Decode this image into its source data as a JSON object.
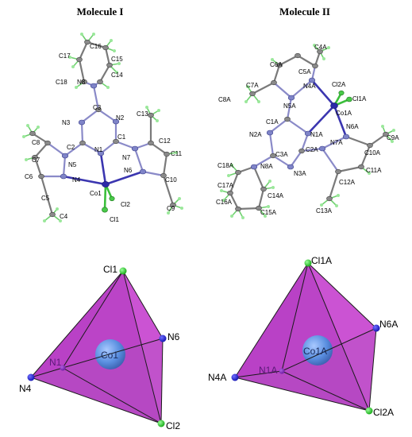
{
  "titles": {
    "left": "Molecule I",
    "right": "Molecule II"
  },
  "colors": {
    "carbon": "#8a8a8a",
    "nitrogen": "#7f84c8",
    "cobalt": "#2c2aa8",
    "chlorine": "#49c949",
    "hydrogen": "#9be89b",
    "polyhedron_face": "#c84ad0",
    "center_sphere": "#5a8fe0",
    "vertex_n": "#1a1acf",
    "vertex_cl": "#22cc22"
  },
  "mol1_labels": {
    "c16": "C16",
    "c17": "C17",
    "c15": "C15",
    "c14": "C14",
    "c18": "C18",
    "n8": "N8",
    "c3": "C3",
    "n3": "N3",
    "n2": "N2",
    "c13": "C13",
    "c8": "C8",
    "c2": "C2",
    "n1": "N1",
    "c1": "C1",
    "c12": "C12",
    "c7": "C7",
    "n5": "N5",
    "n7": "N7",
    "c11": "C11",
    "c6": "C6",
    "n4": "N4",
    "n6": "N6",
    "c5": "C5",
    "co1": "Co1",
    "c10": "C10",
    "cl2": "Cl2",
    "c4": "C4",
    "cl1": "Cl1",
    "c9": "C9"
  },
  "mol2_labels": {
    "c4a": "C4A",
    "c6a": "C6A",
    "c5a": "C5A",
    "c7a": "C7A",
    "n4a": "N4A",
    "cl2a": "Cl2A",
    "c8a": "C8A",
    "n5a": "N5A",
    "cl1a": "Cl1A",
    "co1a": "Co1A",
    "c1a": "C1A",
    "n6a": "N6A",
    "c9a": "C9A",
    "n2a": "N2A",
    "n1a": "N1A",
    "n7a": "N7A",
    "c10a": "C10A",
    "c3a": "C3A",
    "c2a": "C2A",
    "c18a": "C18A",
    "n8a": "N8A",
    "n3a": "N3A",
    "c11a": "C11A",
    "c17a": "C17A",
    "c14a": "C14A",
    "c12a": "C12A",
    "c16a": "C16A",
    "c15a": "C15A",
    "c13a": "C13A"
  },
  "poly1_labels": {
    "cl1": "Cl1",
    "n6": "N6",
    "n1": "N1",
    "co1": "Co1",
    "n4": "N4",
    "cl2": "Cl2"
  },
  "poly2_labels": {
    "cl1a": "Cl1A",
    "n6a": "N6A",
    "co1a": "Co1A",
    "n1a": "N1A",
    "n4a": "N4A",
    "cl2a": "Cl2A"
  }
}
